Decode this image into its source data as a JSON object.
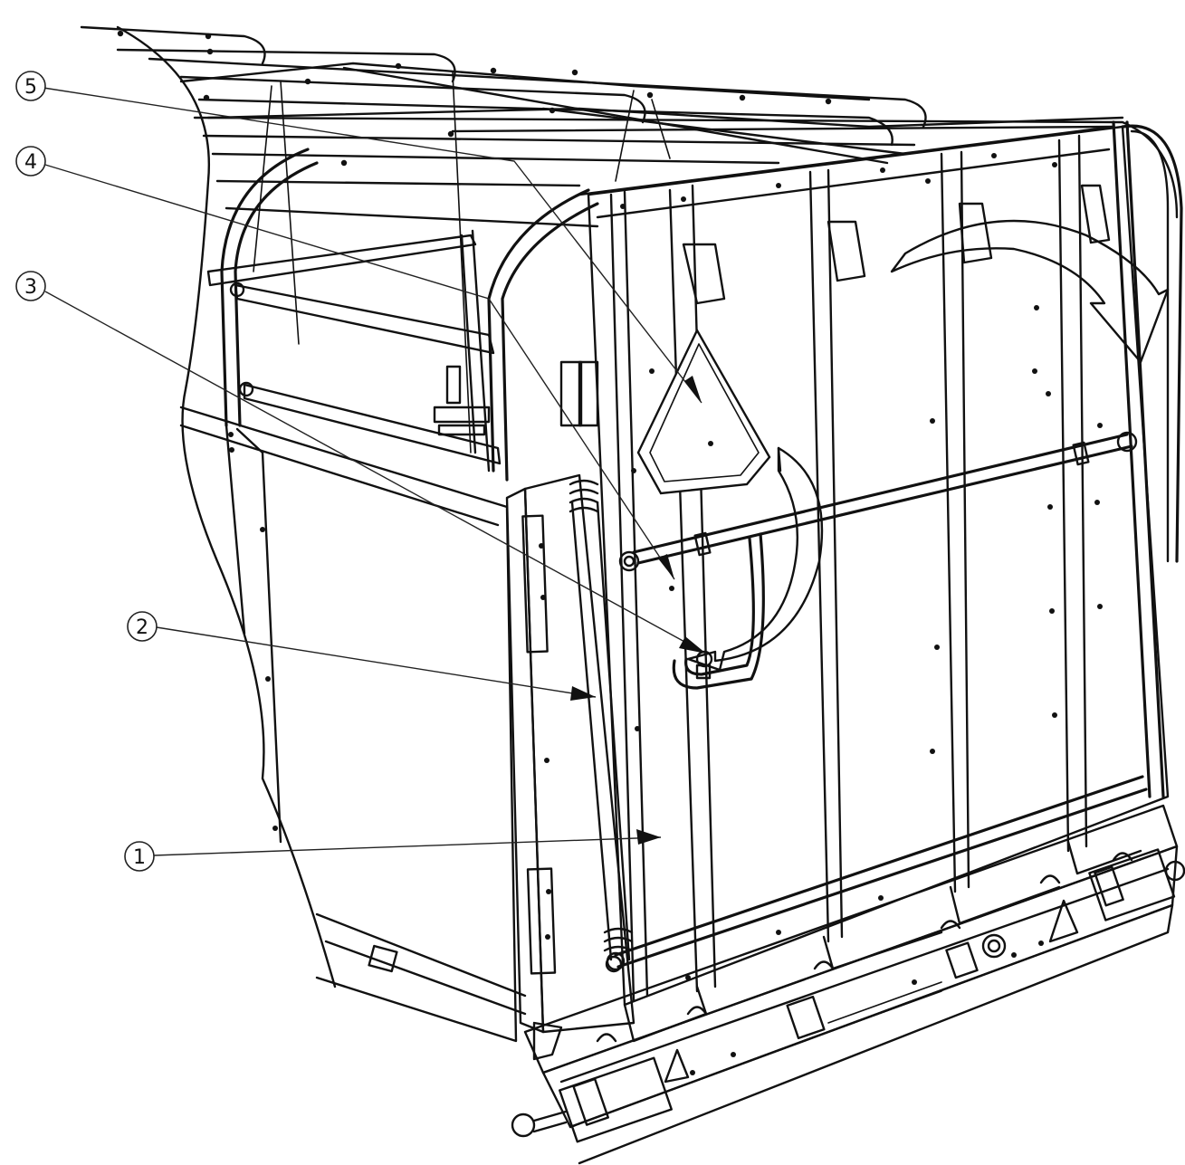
{
  "callouts": [
    {
      "id": "callout-1",
      "label": "1"
    },
    {
      "id": "callout-2",
      "label": "2"
    },
    {
      "id": "callout-3",
      "label": "3"
    },
    {
      "id": "callout-4",
      "label": "4"
    },
    {
      "id": "callout-5",
      "label": "5"
    }
  ],
  "colors": {
    "line": "#111111",
    "background": "#ffffff"
  },
  "icons": {
    "rotation_arrow": "curved-arrow-icon",
    "warning_triangle": "triangle-reflector-icon"
  }
}
